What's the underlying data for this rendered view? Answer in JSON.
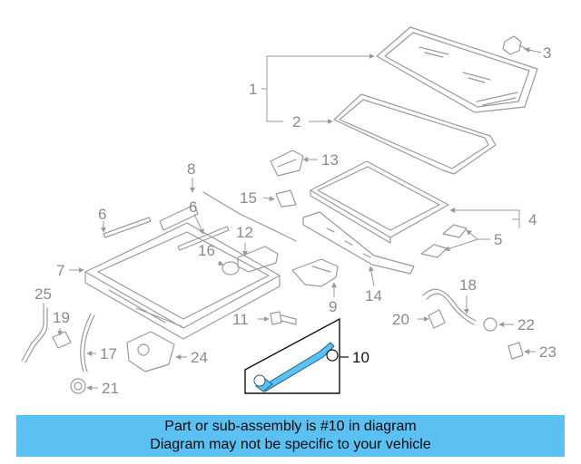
{
  "callouts": {
    "c1": "1",
    "c2": "2",
    "c3": "3",
    "c4": "4",
    "c5": "5",
    "c6a": "6",
    "c6b": "6",
    "c7": "7",
    "c8": "8",
    "c9": "9",
    "c10": "10",
    "c11": "11",
    "c12": "12",
    "c13": "13",
    "c14": "14",
    "c15": "15",
    "c16": "16",
    "c17": "17",
    "c18": "18",
    "c19": "19",
    "c20": "20",
    "c21": "21",
    "c22": "22",
    "c23": "23",
    "c24": "24",
    "c25": "25"
  },
  "highlight": {
    "part_number": "10",
    "color": "#5bc0f2"
  },
  "banner": {
    "line1": "Part or sub-assembly is #10 in diagram",
    "line2": "Diagram may not be specific to your vehicle"
  }
}
